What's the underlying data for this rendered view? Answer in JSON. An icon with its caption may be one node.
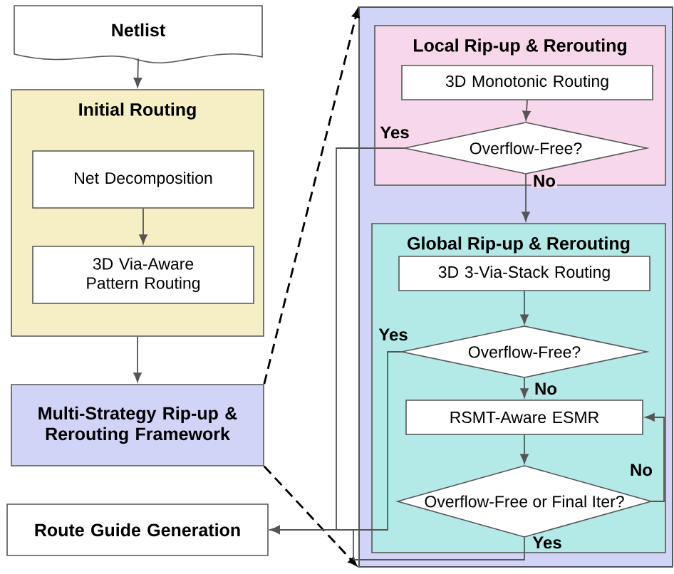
{
  "diagram": {
    "nodes": [
      {
        "text": [
          "Netlist"
        ]
      },
      {
        "text": [
          "Initial Routing"
        ]
      },
      {
        "text": [
          "Net Decomposition"
        ],
        "in": 1
      },
      {
        "text": [
          "3D Via-Aware Pattern Routing"
        ],
        "in": 1
      },
      {
        "text": [
          "Multi-Strategy Rip-up & Rerouting Framework"
        ]
      },
      {
        "text": [
          "Route Guide Generation"
        ]
      },
      {
        "text": [],
        "shape": "box"
      },
      {
        "text": [
          "Local Rip-up & Rerouting"
        ],
        "in": 6
      },
      {
        "text": [
          "3D Monotonic Routing"
        ],
        "in": 7
      },
      {
        "text": [
          "Overflow-Free?"
        ],
        "in": 7
      },
      {
        "text": [
          "Global Rip-up & Rerouting"
        ],
        "in": 6
      },
      {
        "text": [
          "3D 3-Via-Stack Routing"
        ],
        "in": 10
      },
      {
        "text": [
          "Overflow-Free?"
        ],
        "in": 10
      },
      {
        "text": [
          "RSMT-Aware ESMR"
        ],
        "in": 10
      },
      {
        "text": [
          "Overflow-Free or Final Iter?"
        ],
        "in": 10
      }
    ],
    "edges": [
      {
        "from": 0,
        "to": 1,
        "arrow": "to"
      },
      {
        "from": 2,
        "to": 3,
        "arrow": "to"
      },
      {
        "from": 1,
        "to": 4,
        "arrow": "to"
      },
      {
        "from": 4,
        "to": 6,
        "arrow": "to",
        "style": "dashed"
      },
      {
        "from": 4,
        "to": 6,
        "arrow": "to",
        "style": "dashed"
      },
      {
        "from": 8,
        "to": 9,
        "arrow": "to"
      },
      {
        "from": 9,
        "to": 10,
        "arrow": "to",
        "label": "No"
      },
      {
        "from": 9,
        "to": 5,
        "arrow": "to",
        "label": "Yes"
      },
      {
        "from": 11,
        "to": 12,
        "arrow": "to"
      },
      {
        "from": 12,
        "to": 13,
        "arrow": "to",
        "label": "No"
      },
      {
        "from": 13,
        "to": 14,
        "arrow": "to"
      },
      {
        "from": 14,
        "to": 13,
        "arrow": "to",
        "label": "No"
      },
      {
        "from": 12,
        "to": 5,
        "arrow": "to",
        "label": "Yes"
      },
      {
        "from": 14,
        "to": 5,
        "arrow": "to",
        "label": "Yes"
      }
    ]
  }
}
